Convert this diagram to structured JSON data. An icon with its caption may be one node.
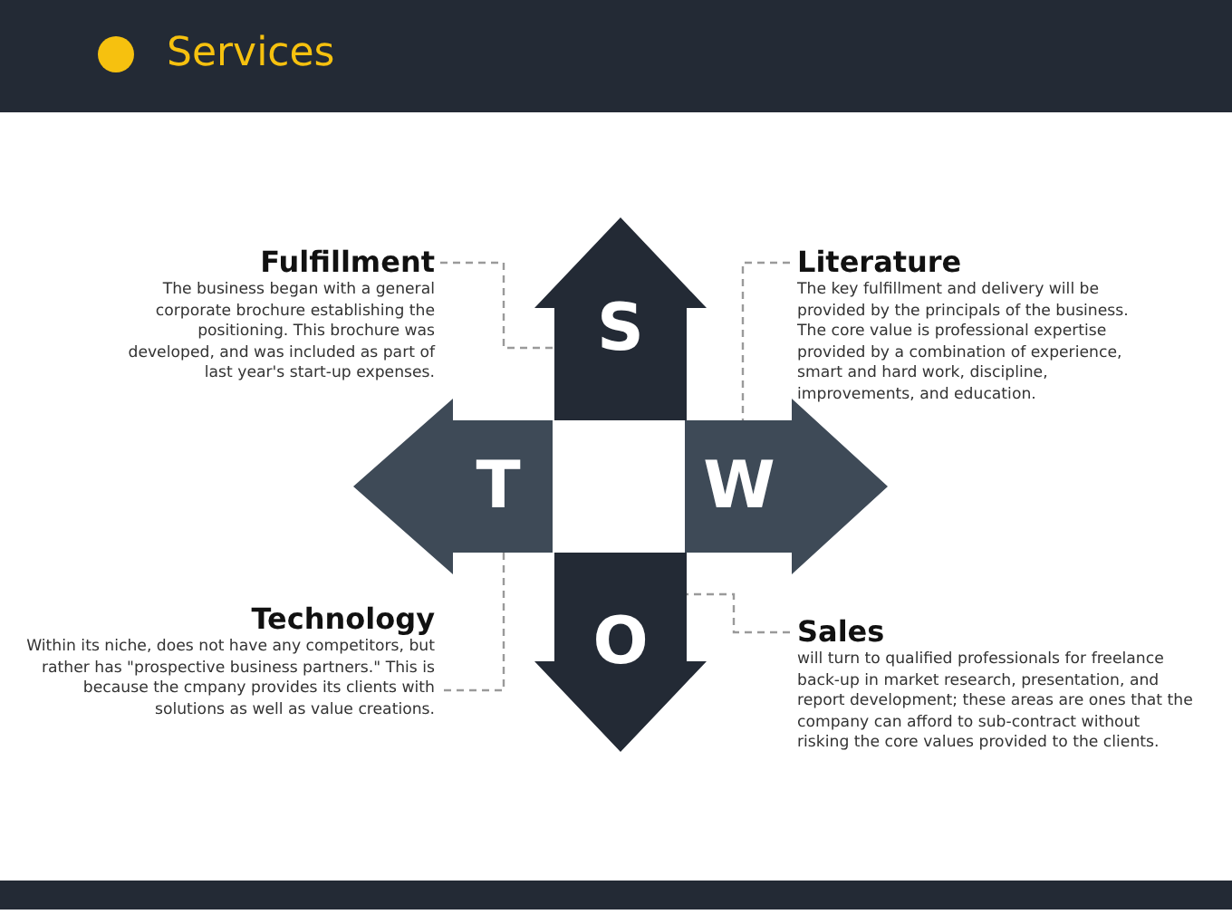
{
  "diagram": {
    "title": "Services",
    "nodes": [
      {
        "text": [
          "Fulfillment",
          "The business began with a general corporate brochure establishing the positioning. This brochure was developed, and was included as part of last year's start-up expenses."
        ]
      },
      {
        "text": [
          "S"
        ]
      },
      {
        "text": [
          "Literature",
          "The key fulfillment and delivery will be provided by the principals of the business. The core value is professional expertise provided by a combination of experience, smart and hard work, discipline, improvements, and education."
        ]
      },
      {
        "text": [
          "T"
        ]
      },
      {
        "text": [
          "W"
        ]
      },
      {
        "text": [
          "Technology",
          "Within its niche, does not have any competitors, but rather has \"prospective business partners.\" This is because the cmpany provides its clients with solutions as well as value creations."
        ]
      },
      {
        "text": [
          "O"
        ]
      },
      {
        "text": [
          "Sales",
          "will turn to qualified professionals for freelance back-up in market research, presentation, and report development; these areas are ones that the company can afford to sub-contract without risking the core values provided to the clients."
        ]
      }
    ],
    "edges": [
      {
        "from": 0,
        "to": 1,
        "arrow": "none",
        "style": "dashed"
      },
      {
        "from": 2,
        "to": 4,
        "arrow": "none",
        "style": "dashed"
      },
      {
        "from": 5,
        "to": 3,
        "arrow": "none",
        "style": "dashed"
      },
      {
        "from": 7,
        "to": 6,
        "arrow": "none",
        "style": "dashed"
      }
    ]
  }
}
